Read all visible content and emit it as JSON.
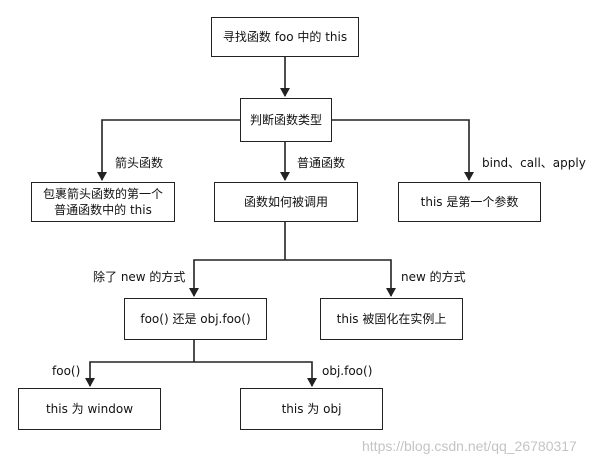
{
  "nodes": {
    "start": "寻找函数 foo 中的 this",
    "judge": "判断函数类型",
    "arrow_fn": [
      "包裹箭头函数的第一个",
      "普通函数中的 this"
    ],
    "how_called": "函数如何被调用",
    "bind_result": "this 是第一个参数",
    "call_style": "foo() 还是 obj.foo()",
    "new_result": "this 被固化在实例上",
    "window_result": "this 为 window",
    "obj_result": "this 为 obj"
  },
  "edges": {
    "arrow": "箭头函数",
    "normal": "普通函数",
    "bind": "bind、call、apply",
    "not_new": "除了 new 的方式",
    "new": "new 的方式",
    "foo": "foo()",
    "obj_foo": "obj.foo()"
  },
  "watermark": "https://blog.csdn.net/qq_26780317"
}
